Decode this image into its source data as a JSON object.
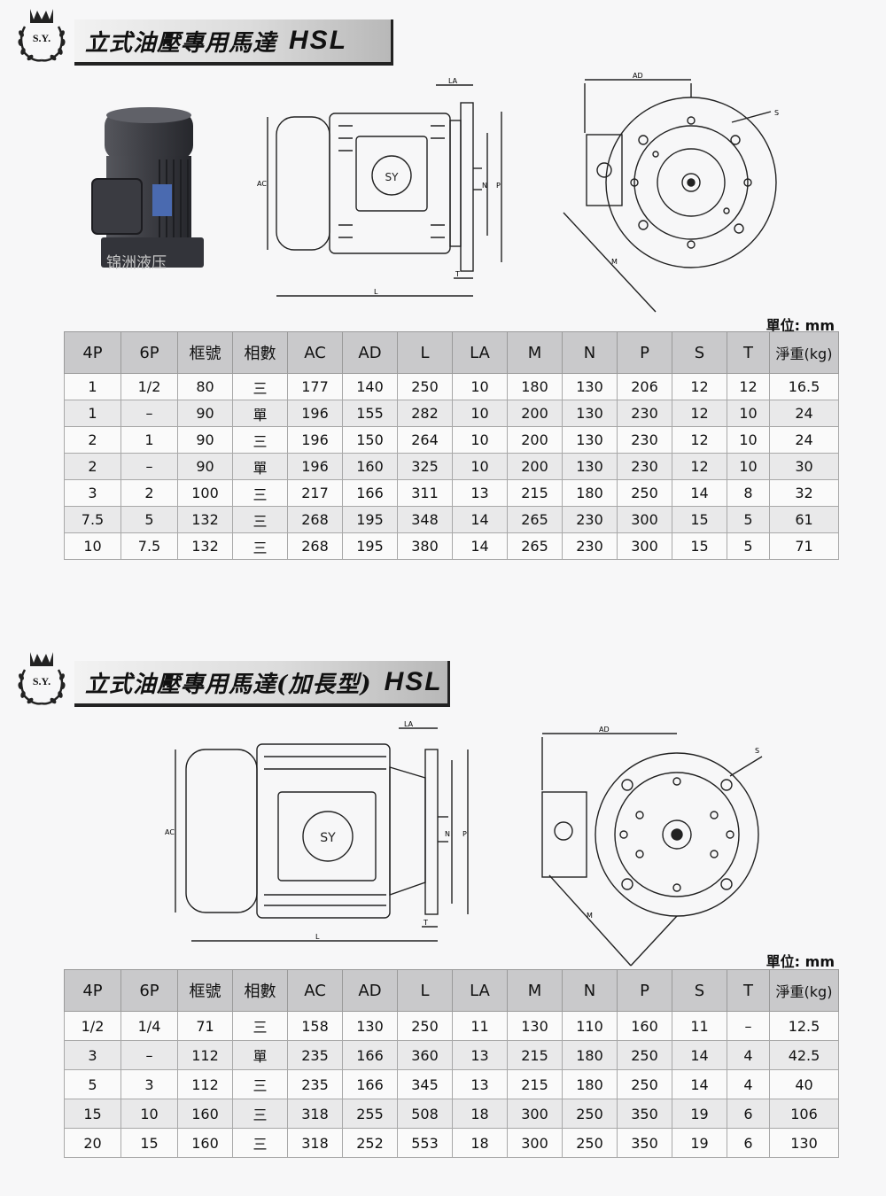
{
  "logo_text": "S.Y.",
  "watermark": "锦洲液压",
  "columns": [
    "4P",
    "6P",
    "框號",
    "相數",
    "AC",
    "AD",
    "L",
    "LA",
    "M",
    "N",
    "P",
    "S",
    "T",
    "淨重(kg)"
  ],
  "section1": {
    "title": "立式油壓專用馬達",
    "model": "HSL",
    "unit": "單位: mm",
    "drawing_labels": {
      "LA": "LA",
      "AC": "AC",
      "N": "N",
      "P": "P",
      "T": "T",
      "L": "L",
      "AD": "AD",
      "S": "S",
      "M": "M"
    },
    "rows": [
      [
        "1",
        "1/2",
        "80",
        "三",
        "177",
        "140",
        "250",
        "10",
        "180",
        "130",
        "206",
        "12",
        "12",
        "16.5"
      ],
      [
        "1",
        "–",
        "90",
        "單",
        "196",
        "155",
        "282",
        "10",
        "200",
        "130",
        "230",
        "12",
        "10",
        "24"
      ],
      [
        "2",
        "1",
        "90",
        "三",
        "196",
        "150",
        "264",
        "10",
        "200",
        "130",
        "230",
        "12",
        "10",
        "24"
      ],
      [
        "2",
        "–",
        "90",
        "單",
        "196",
        "160",
        "325",
        "10",
        "200",
        "130",
        "230",
        "12",
        "10",
        "30"
      ],
      [
        "3",
        "2",
        "100",
        "三",
        "217",
        "166",
        "311",
        "13",
        "215",
        "180",
        "250",
        "14",
        "8",
        "32"
      ],
      [
        "7.5",
        "5",
        "132",
        "三",
        "268",
        "195",
        "348",
        "14",
        "265",
        "230",
        "300",
        "15",
        "5",
        "61"
      ],
      [
        "10",
        "7.5",
        "132",
        "三",
        "268",
        "195",
        "380",
        "14",
        "265",
        "230",
        "300",
        "15",
        "5",
        "71"
      ]
    ]
  },
  "section2": {
    "title": "立式油壓專用馬達(加長型)",
    "model": "HSL",
    "unit": "單位: mm",
    "drawing_labels": {
      "LA": "LA",
      "AC": "AC",
      "N": "N",
      "P": "P",
      "T": "T",
      "L": "L",
      "AD": "AD",
      "S": "S",
      "M": "M"
    },
    "rows": [
      [
        "1/2",
        "1/4",
        "71",
        "三",
        "158",
        "130",
        "250",
        "11",
        "130",
        "110",
        "160",
        "11",
        "–",
        "12.5"
      ],
      [
        "3",
        "–",
        "112",
        "單",
        "235",
        "166",
        "360",
        "13",
        "215",
        "180",
        "250",
        "14",
        "4",
        "42.5"
      ],
      [
        "5",
        "3",
        "112",
        "三",
        "235",
        "166",
        "345",
        "13",
        "215",
        "180",
        "250",
        "14",
        "4",
        "40"
      ],
      [
        "15",
        "10",
        "160",
        "三",
        "318",
        "255",
        "508",
        "18",
        "300",
        "250",
        "350",
        "19",
        "6",
        "106"
      ],
      [
        "20",
        "15",
        "160",
        "三",
        "318",
        "252",
        "553",
        "18",
        "300",
        "250",
        "350",
        "19",
        "6",
        "130"
      ]
    ]
  }
}
